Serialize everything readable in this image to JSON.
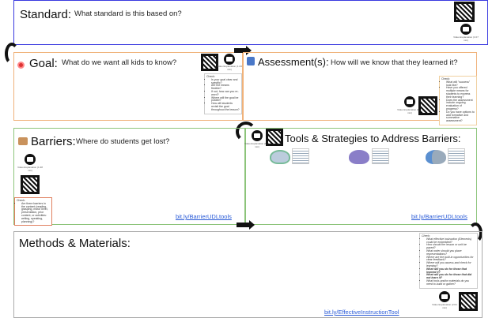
{
  "standard": {
    "title": "Standard:",
    "question": "What standard is this based on?",
    "video_caption": "Video Explanation (1:07 min)"
  },
  "goal": {
    "title": "Goal:",
    "question": "What do we want all kids to know?",
    "video_caption": "Video Explanation (1:23 min)",
    "check_title": "Check:",
    "checks": [
      "Is your goal clear and specific?",
      "Are the means flexible?",
      "If not, how can you re-word?",
      "Where will the goal be posted?",
      "How will students revisit the goal throughout the lesson?"
    ]
  },
  "assessment": {
    "title": "Assessment(s):",
    "question": "How will we know that they learned it?",
    "video_caption": "Video Explanation (1:46 min)",
    "check_title": "Check:",
    "checks": [
      "What will \"success\" look like?",
      "Have you offered multiple means for students to express their learning?",
      "Does the assessment include ongoing evaluation of progress?",
      "Do you have options to add formative and summative assessment?"
    ]
  },
  "barriers": {
    "title": "Barriers:",
    "question": "Where do students get lost?",
    "video_caption": "Video Explanation (1:48 min)",
    "check_title": "Check:",
    "checks": [
      "Are there barriers in the content (reading, grasping, motor level, presentation, prior content, or activities: writing, speaking, planning)?"
    ],
    "link": "bit.ly/BarrierUDLtools"
  },
  "tools": {
    "title": "Tools & Strategies to Address Barriers:",
    "video_caption": "Video Explanation (1:38 min)",
    "link": "bit.ly/BarrierUDLtools"
  },
  "methods": {
    "title": "Methods & Materials:",
    "link": "bit.ly/EffectiveInstructionTool",
    "video_caption": "Video Explanation (2:01 min)",
    "check_title": "Check:",
    "checks": [
      "What effective instruction (Elements) could be embedded?",
      "How should the lesson or unit be paced?",
      "What order should you place representations?",
      "Where are the built-in opportunities for clear feedback?",
      "Where will you assess and check for learning?",
      "What will you do for those that learned it?",
      "What will you do for those that did not learn it?",
      "What tools and/or materials do you need to build or gather?"
    ]
  }
}
